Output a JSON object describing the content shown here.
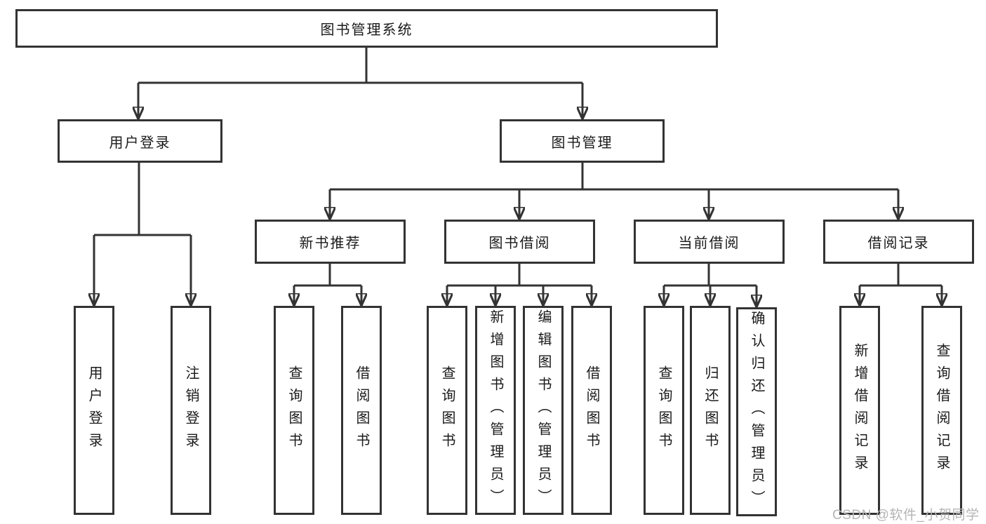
{
  "diagram": {
    "root": {
      "label": "图书管理系统"
    },
    "level2": [
      {
        "label": "用户登录"
      },
      {
        "label": "图书管理"
      }
    ],
    "level3": [
      {
        "label": "新书推荐"
      },
      {
        "label": "图书借阅"
      },
      {
        "label": "当前借阅"
      },
      {
        "label": "借阅记录"
      }
    ],
    "leaves": [
      "用户登录",
      "注销登录",
      "查询图书",
      "借阅图书",
      "查询图书",
      "新增图书（管理员）",
      "编辑图书（管理员）",
      "借阅图书",
      "查询图书",
      "归还图书",
      "确认归还（管理员）",
      "新增借阅记录",
      "查询借阅记录"
    ],
    "watermark": "CSDN @软件_小贺同学",
    "colors": {
      "line": "#333333",
      "box_border": "#333333",
      "text": "#1a1a1a",
      "background": "#ffffff",
      "watermark": "#b5b5b5"
    }
  }
}
